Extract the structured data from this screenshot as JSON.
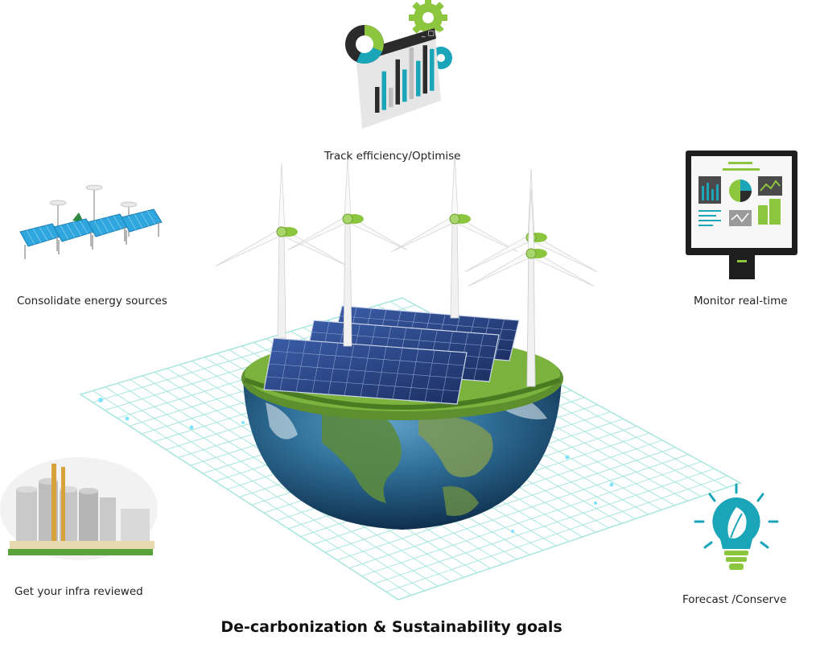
{
  "title": "De-carbonization & Sustainability goals",
  "nodes": [
    {
      "id": "track",
      "label": "Track efficiency/Optimise",
      "icon": "analytics-dashboard-icon"
    },
    {
      "id": "consolidate",
      "label": "Consolidate energy sources",
      "icon": "solar-panel-array-icon"
    },
    {
      "id": "monitor",
      "label": "Monitor real-time",
      "icon": "monitor-dashboard-icon"
    },
    {
      "id": "infra",
      "label": "Get your infra reviewed",
      "icon": "industrial-plant-icon"
    },
    {
      "id": "forecast",
      "label": "Forecast /Conserve",
      "icon": "leaf-lightbulb-icon"
    }
  ],
  "center": {
    "icon": "earth-wind-solar-icon"
  },
  "colors": {
    "teal": "#1aa5b8",
    "green": "#8cc63f",
    "dark": "#2b2b2b",
    "grid": "#9fe0d8",
    "solar": "#2c4a8c"
  }
}
